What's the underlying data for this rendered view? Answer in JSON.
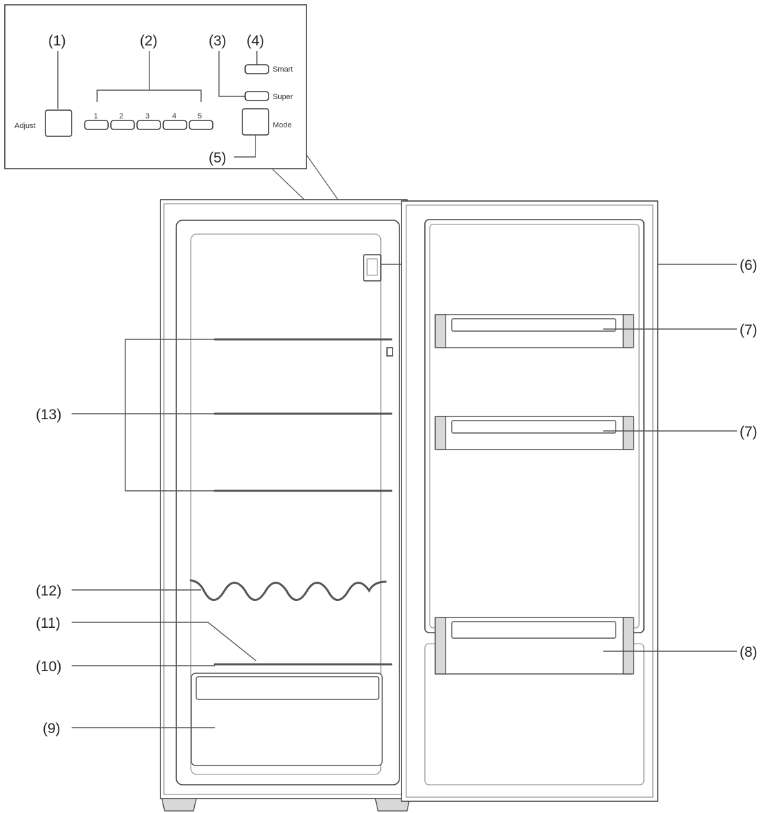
{
  "panel": {
    "adjust_label": "Adjust",
    "buttons": [
      "1",
      "2",
      "3",
      "4",
      "5"
    ],
    "smart_label": "Smart",
    "super_label": "Super",
    "mode_label": "Mode"
  },
  "callouts": {
    "c1": "(1)",
    "c2": "(2)",
    "c3": "(3)",
    "c4": "(4)",
    "c5": "(5)",
    "c6": "(6)",
    "c7a": "(7)",
    "c7b": "(7)",
    "c8": "(8)",
    "c9": "(9)",
    "c10": "(10)",
    "c11": "(11)",
    "c12": "(12)",
    "c13": "(13)"
  }
}
